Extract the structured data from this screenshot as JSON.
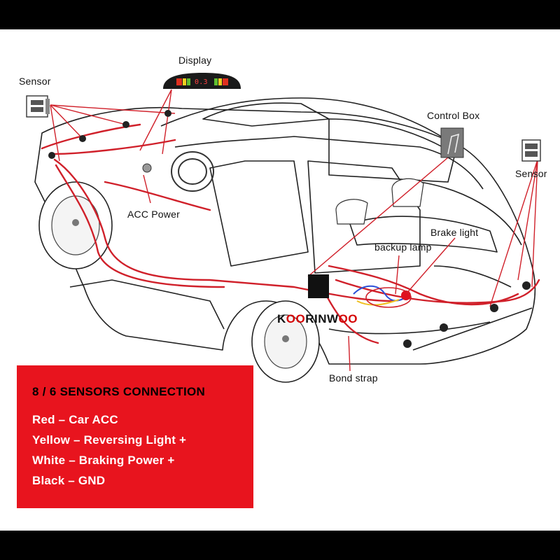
{
  "labels": {
    "display": "Display",
    "sensor_left": "Sensor",
    "sensor_right": "Sensor",
    "control_box": "Control Box",
    "acc_power": "ACC Power",
    "brake_light": "Brake light",
    "backup_lamp": "backup lamp",
    "bond_strap": "Bond strap"
  },
  "display_readout": "0.3",
  "watermark": {
    "prefix": "K",
    "highlight": "OO",
    "suffix": "RINW",
    "end": "OO"
  },
  "info": {
    "heading": "8 / 6 SENSORS CONNECTION",
    "lines": [
      "Red –  Car ACC",
      "Yellow – Reversing Light +",
      "White – Braking Power +",
      "Black – GND"
    ]
  },
  "colors": {
    "harness": "#d0202a",
    "info_bg": "#e8141e",
    "display_body": "#1a1a1a",
    "wire_blue": "#2a4fd8",
    "wire_yellow": "#f0c020"
  }
}
